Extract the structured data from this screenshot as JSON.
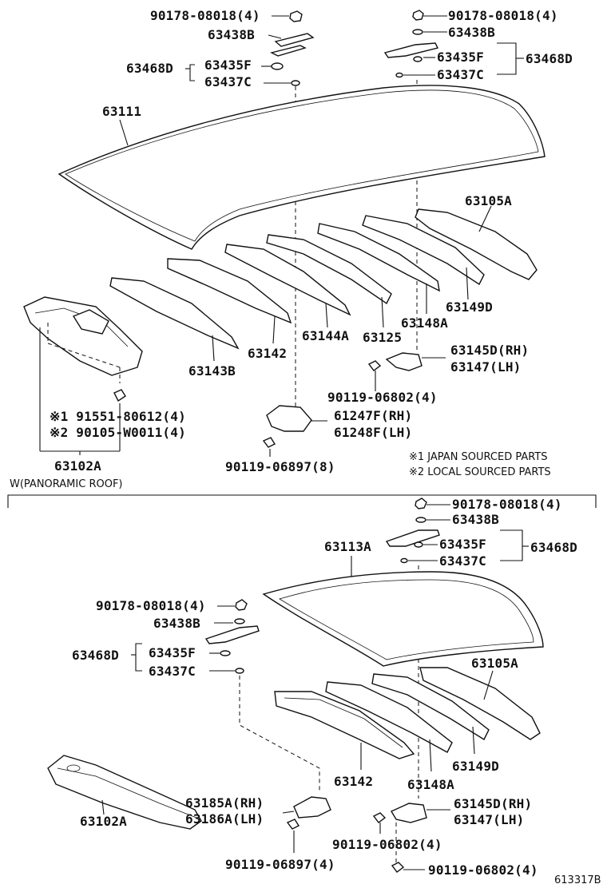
{
  "upper": {
    "left_bolt": "90178-08018(4)",
    "left_bracket": "63438B",
    "left_group": "63468D",
    "left_spacer": "63435F",
    "left_washer": "63437C",
    "right_bolt": "90178-08018(4)",
    "right_bracket": "63438B",
    "right_spacer": "63435F",
    "right_washer": "63437C",
    "right_group": "63468D",
    "roof_panel": "63111",
    "bow_1": "63105A",
    "bow_2": "63149D",
    "bow_3": "63148A",
    "bow_4": "63125",
    "bow_5": "63144A",
    "bow_6": "63142",
    "bow_7": "63143B",
    "bracket_rh": "63145D(RH)",
    "bracket_lh": "63147(LH)",
    "screw_right": "90119-06802(4)",
    "header_note_1": "※1 91551-80612(4)",
    "header_note_2": "※2 90105-W0011(4)",
    "front_header": "63102A",
    "mount_rh": "61247F(RH)",
    "mount_lh": "61248F(LH)",
    "screw_left": "90119-06897(8)",
    "legend_1": "※1 JAPAN SOURCED PARTS",
    "legend_2": "※2 LOCAL SOURCED PARTS"
  },
  "section_title": "W(PANORAMIC ROOF)",
  "lower": {
    "right_bolt": "90178-08018(4)",
    "right_bracket": "63438B",
    "right_spacer": "63435F",
    "right_group": "63468D",
    "right_washer": "63437C",
    "roof_panel": "63113A",
    "left_bolt": "90178-08018(4)",
    "left_bracket": "63438B",
    "left_group": "63468D",
    "left_spacer": "63435F",
    "left_washer": "63437C",
    "bow_1": "63105A",
    "bow_2": "63149D",
    "bow_3": "63148A",
    "bow_4": "63142",
    "mount_rh": "63185A(RH)",
    "mount_lh": "63186A(LH)",
    "bracket_rh": "63145D(RH)",
    "bracket_lh": "63147(LH)",
    "front_header": "63102A",
    "screw_mid": "90119-06802(4)",
    "screw_left": "90119-06897(4)",
    "screw_bottom": "90119-06802(4)",
    "figure_id": "613317B"
  }
}
